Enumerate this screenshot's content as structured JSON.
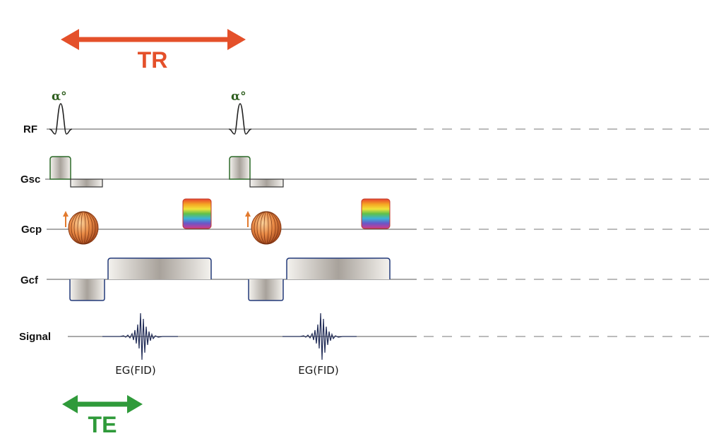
{
  "colors": {
    "tr_arrow": "#e4502a",
    "te_arrow": "#2f9a3a",
    "alpha_text": "#2e5e1e",
    "axis_line": "#444444",
    "waveform": "#1f2a55"
  },
  "timing": {
    "tr_label": "TR",
    "te_label": "TE"
  },
  "rows": {
    "rf": "RF",
    "gsc": "Gsc",
    "gcp": "Gcp",
    "gcf": "Gcf",
    "signal": "Signal"
  },
  "pulses": {
    "alpha_1": "α°",
    "alpha_2": "α°"
  },
  "echoes": {
    "echo_1": "EG(FID)",
    "echo_2": "EG(FID)"
  }
}
